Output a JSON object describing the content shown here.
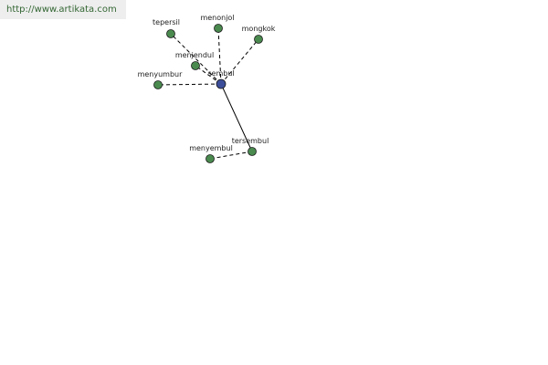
{
  "header": {
    "url_text": "http://www.artikata.com"
  },
  "colors": {
    "root_fill": "#3b4d99",
    "leaf_fill": "#4a8a4f",
    "node_stroke": "#1a1a1a",
    "edge_color": "#000000",
    "banner_bg": "#eeeeee",
    "banner_text": "#336633"
  },
  "graph": {
    "root": "sembul",
    "nodes": [
      {
        "id": "sembul",
        "label": "sembul",
        "kind": "root"
      },
      {
        "id": "tepersil",
        "label": "tepersil",
        "kind": "leaf"
      },
      {
        "id": "menonjol",
        "label": "menonjol",
        "kind": "leaf"
      },
      {
        "id": "mongkok",
        "label": "mongkok",
        "kind": "leaf"
      },
      {
        "id": "menjendul",
        "label": "menjendul",
        "kind": "leaf"
      },
      {
        "id": "menyumbur",
        "label": "menyumbur",
        "kind": "leaf"
      },
      {
        "id": "tersembul",
        "label": "tersembul",
        "kind": "leaf"
      },
      {
        "id": "menyembul",
        "label": "menyembul",
        "kind": "leaf"
      }
    ],
    "edges": [
      {
        "from": "sembul",
        "to": "tepersil",
        "style": "dashed"
      },
      {
        "from": "sembul",
        "to": "menonjol",
        "style": "dashed"
      },
      {
        "from": "sembul",
        "to": "mongkok",
        "style": "dashed"
      },
      {
        "from": "sembul",
        "to": "menjendul",
        "style": "dashed"
      },
      {
        "from": "sembul",
        "to": "menyumbur",
        "style": "dashed"
      },
      {
        "from": "sembul",
        "to": "tersembul",
        "style": "solid"
      },
      {
        "from": "tersembul",
        "to": "menyembul",
        "style": "dashed"
      }
    ]
  }
}
